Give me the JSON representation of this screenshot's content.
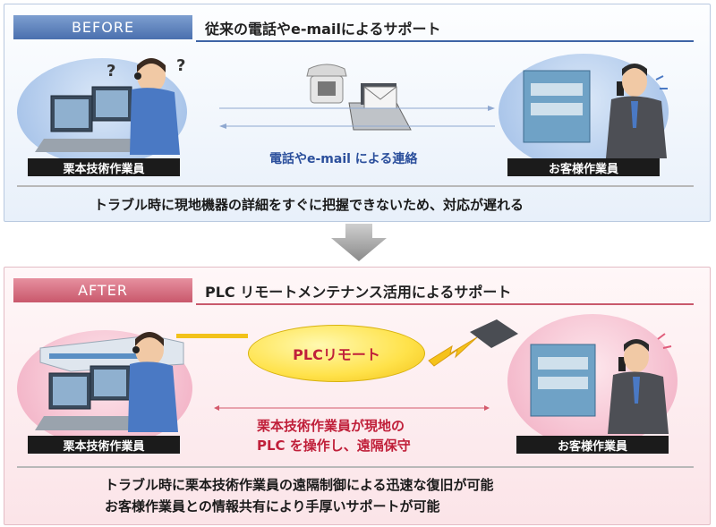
{
  "before": {
    "tag": "BEFORE",
    "heading": "従来の電話やe-mailによるサポート",
    "left_role": "栗本技術作業員",
    "right_role": "お客様作業員",
    "caption": "電話やe-mail による連絡",
    "summary": "トラブル時に現地機器の詳細をすぐに把握できないため、対応が遅れる",
    "question_mark": "?"
  },
  "after": {
    "tag": "AFTER",
    "heading": "PLC リモートメンテナンス活用によるサポート",
    "left_role": "栗本技術作業員",
    "right_role": "お客様作業員",
    "plc_label": "PLCリモート",
    "caption_line1": "栗本技術作業員が現地の",
    "caption_line2": "PLC を操作し、遠隔保守",
    "summary_line1": "トラブル時に栗本技術作業員の遠隔制御による迅速な復旧が可能",
    "summary_line2": "お客様作業員との情報共有により手厚いサポートが可能"
  },
  "colors": {
    "before_accent": "#4a6fae",
    "after_accent": "#c9586c",
    "caption_blue": "#2b4f9c",
    "caption_red": "#c0203a",
    "plc_yellow": "#ffe24a"
  },
  "icons": [
    "headset-operator-icon",
    "monitor-icon",
    "telephone-icon",
    "laptop-icon",
    "envelope-icon",
    "factory-building-icon",
    "industrial-machine-icon",
    "mobile-phone-icon",
    "plc-module-icon",
    "lightning-signal-icon",
    "down-arrow-icon"
  ]
}
